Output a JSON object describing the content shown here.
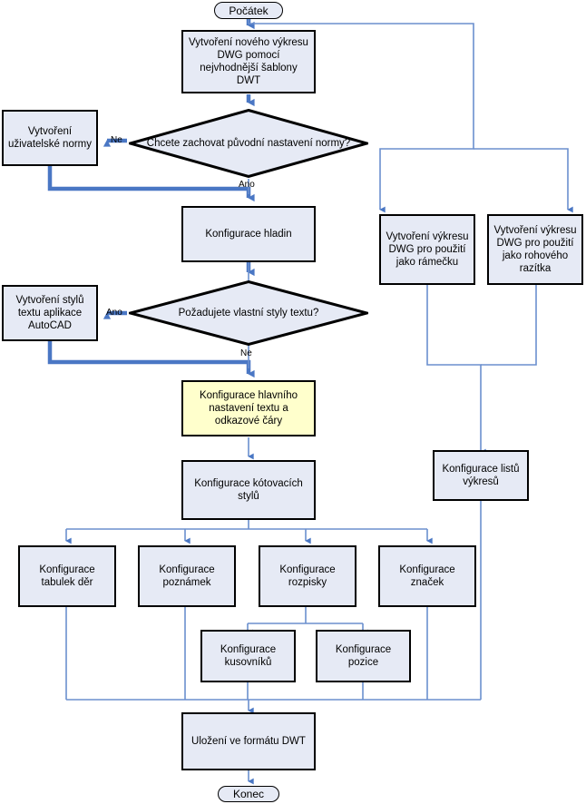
{
  "diagram": {
    "title": "AutoCAD DWT template configuration flowchart",
    "language": "cs",
    "colors": {
      "node_fill": "#e6eaf5",
      "highlight_fill": "#ffffcc",
      "node_border": "#000000",
      "connector_thick": "#4a77c4",
      "connector_thin": "#6b8fce",
      "text": "#000000"
    },
    "nodes": [
      {
        "id": "start",
        "type": "terminator",
        "label": "Počátek"
      },
      {
        "id": "new_dwg",
        "type": "process",
        "label": "Vytvoření nového výkresu DWG pomocí nejvhodnější šablony DWT"
      },
      {
        "id": "keep_std",
        "type": "decision",
        "label": "Chcete zachovat původní nastavení normy?"
      },
      {
        "id": "user_std",
        "type": "process",
        "label": "Vytvoření uživatelské normy"
      },
      {
        "id": "layers",
        "type": "process",
        "label": "Konfigurace hladin"
      },
      {
        "id": "text_styles_q",
        "type": "decision",
        "label": "Požadujete vlastní styly textu?"
      },
      {
        "id": "acad_styles",
        "type": "process",
        "label": "Vytvoření stylů textu aplikace AutoCAD"
      },
      {
        "id": "main_text",
        "type": "process",
        "label": "Konfigurace hlavního nastavení textu a odkazové čáry",
        "highlight": true
      },
      {
        "id": "dim_styles",
        "type": "process",
        "label": "Konfigurace kótovacích stylů"
      },
      {
        "id": "hole_tables",
        "type": "process",
        "label": "Konfigurace tabulek děr"
      },
      {
        "id": "notes",
        "type": "process",
        "label": "Konfigurace poznámek"
      },
      {
        "id": "rozpiska",
        "type": "process",
        "label": "Konfigurace rozpisky"
      },
      {
        "id": "symbols",
        "type": "process",
        "label": "Konfigurace značek"
      },
      {
        "id": "bom",
        "type": "process",
        "label": "Konfigurace kusovníků"
      },
      {
        "id": "balloons",
        "type": "process",
        "label": "Konfigurace pozice"
      },
      {
        "id": "border_dwg",
        "type": "process",
        "label": "Vytvoření výkresu DWG pro použití jako rámečku"
      },
      {
        "id": "title_dwg",
        "type": "process",
        "label": "Vytvoření výkresu DWG pro použití jako rohového razítka"
      },
      {
        "id": "sheets",
        "type": "process",
        "label": "Konfigurace listů výkresů"
      },
      {
        "id": "save_dwt",
        "type": "process",
        "label": "Uložení ve formátu DWT"
      },
      {
        "id": "end",
        "type": "terminator",
        "label": "Konec"
      }
    ],
    "edge_labels": {
      "keep_std_no": "Ne",
      "keep_std_yes": "Ano",
      "text_styles_yes": "Ano",
      "text_styles_no": "Ne"
    }
  }
}
